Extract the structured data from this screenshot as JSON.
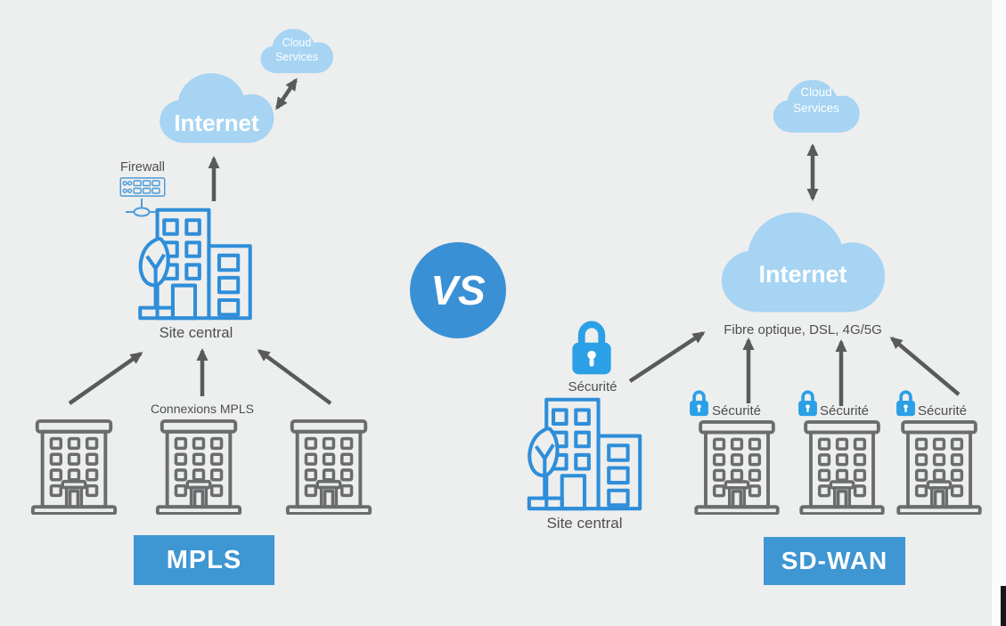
{
  "colors": {
    "canvas": "#edeeee",
    "white_strip": "#fbfbfb",
    "black_bar": "#161616",
    "cloud": "#a6d4f2",
    "cloud_text": "#ffffff",
    "site_building": "#2e8ed9",
    "branch_building": "#6b6c6e",
    "lock": "#2ba0e6",
    "firewall": "#4f9cd8",
    "arrow": "#595a5c",
    "label": "#4d4e50",
    "badge_bg": "#3e96d3",
    "badge_text": "#ffffff",
    "vs_bg": "#3a90d5",
    "vs_text": "#ffffff"
  },
  "versus": {
    "label": "VS"
  },
  "mpls": {
    "badge": "MPLS",
    "internet": "Internet",
    "cloud_services": [
      "Cloud",
      "Services"
    ],
    "firewall": "Firewall",
    "site_central": "Site central",
    "connections": "Connexions MPLS"
  },
  "sdwan": {
    "badge": "SD-WAN",
    "internet": "Internet",
    "cloud_services": [
      "Cloud",
      "Services"
    ],
    "links": "Fibre optique, DSL, 4G/5G",
    "central_security": "Sécurité",
    "site_central": "Site central",
    "branch_security": [
      "Sécurité",
      "Sécurité",
      "Sécurité"
    ]
  }
}
